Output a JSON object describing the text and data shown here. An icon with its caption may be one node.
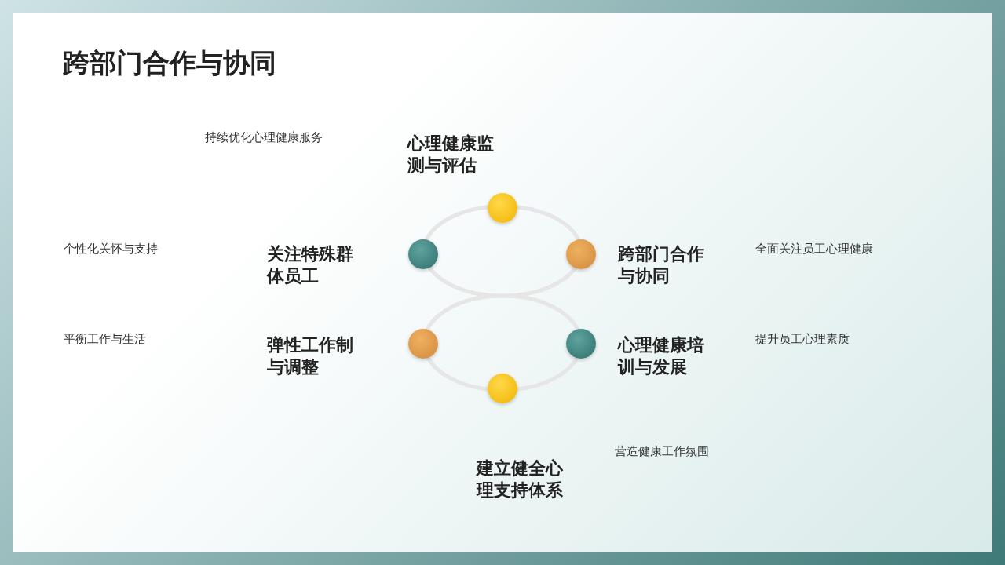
{
  "diagram": {
    "title": "跨部门合作与协同",
    "nodes": [
      {
        "text": [
          "心理健康监测与评估"
        ]
      },
      {
        "text": [
          "关注特殊群体员工"
        ]
      },
      {
        "text": [
          "跨部门合作与协同"
        ]
      },
      {
        "text": [
          "弹性工作制与调整"
        ]
      },
      {
        "text": [
          "心理健康培训与发展"
        ]
      },
      {
        "text": [
          "建立健全心理支持体系"
        ]
      }
    ],
    "labels": [
      "持续优化心理健康服务",
      "个性化关怀与支持",
      "全面关注员工心理健康",
      "平衡工作与生活",
      "提升员工心理素质",
      "营造健康工作氛围"
    ]
  }
}
